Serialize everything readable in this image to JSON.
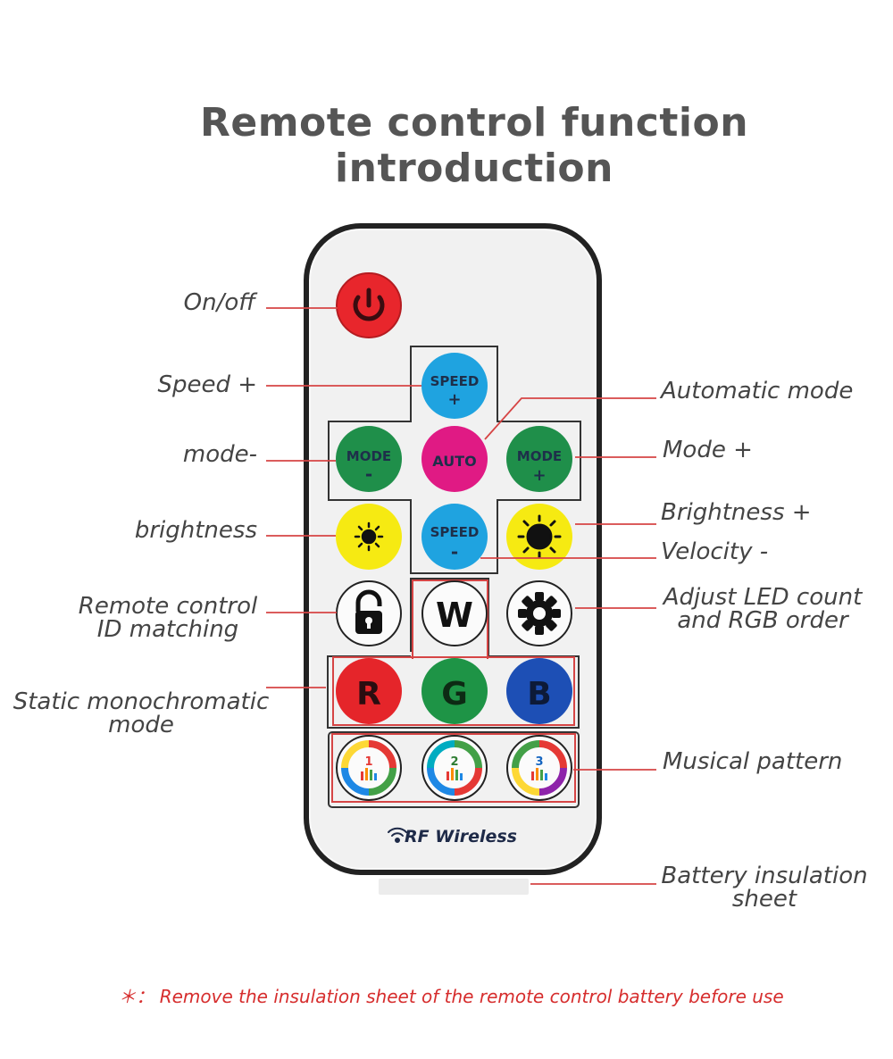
{
  "title": "Remote control function introduction",
  "labels": {
    "on_off": "On/off",
    "speed_plus": "Speed +",
    "mode_minus": "mode-",
    "brightness": "brightness",
    "remote_id_line1": "Remote control",
    "remote_id_line2": "ID matching",
    "static_line1": "Static monochromatic",
    "static_line2": "mode",
    "automatic_mode": "Automatic mode",
    "mode_plus": "Mode +",
    "brightness_plus": "Brightness +",
    "velocity_minus": "Velocity -",
    "adjust_line1": "Adjust LED count",
    "adjust_line2": "and RGB order",
    "musical_pattern": "Musical pattern",
    "battery_line1": "Battery insulation",
    "battery_line2": "sheet"
  },
  "buttons": {
    "speed_top": "SPEED",
    "plus": "+",
    "minus": "-",
    "mode": "MODE",
    "auto": "AUTO",
    "speed_bottom": "SPEED",
    "w": "W",
    "r": "R",
    "g": "G",
    "b": "B",
    "music1": "1",
    "music2": "2",
    "music3": "3"
  },
  "brand": "RF Wireless",
  "note": "＊： Remove the insulation sheet of the remote control battery before use",
  "colors": {
    "power": "#e8262c",
    "speed": "#1fa3e0",
    "mode": "#1f8f4a",
    "auto": "#e01a84",
    "brightness": "#f6ea12",
    "red": "#e5252a",
    "green": "#1e9446",
    "blue": "#1d4fb5",
    "leader_line": "#d64545"
  },
  "icons": [
    "power-icon",
    "sun-small-icon",
    "sun-large-icon",
    "unlock-icon",
    "gear-icon",
    "music-ring-icon",
    "wifi-icon"
  ]
}
